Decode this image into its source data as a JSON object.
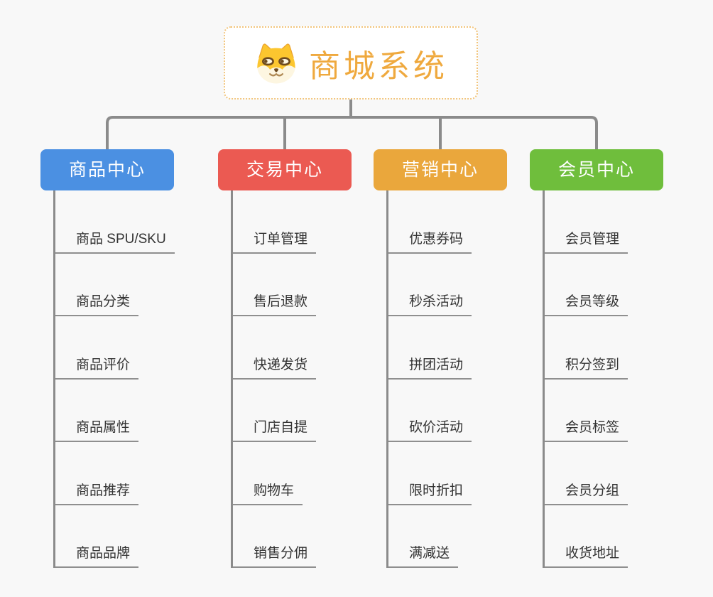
{
  "root": {
    "title": "商城系统",
    "icon": "shiba-dog-icon"
  },
  "branches": [
    {
      "label": "商品中心",
      "color": "#4b90e2",
      "children": [
        "商品 SPU/SKU",
        "商品分类",
        "商品评价",
        "商品属性",
        "商品推荐",
        "商品品牌"
      ]
    },
    {
      "label": "交易中心",
      "color": "#eb5a52",
      "children": [
        "订单管理",
        "售后退款",
        "快递发货",
        "门店自提",
        "购物车",
        "销售分佣"
      ]
    },
    {
      "label": "营销中心",
      "color": "#eaa73c",
      "children": [
        "优惠券码",
        "秒杀活动",
        "拼团活动",
        "砍价活动",
        "限时折扣",
        "满减送"
      ]
    },
    {
      "label": "会员中心",
      "color": "#6fbe3c",
      "children": [
        "会员管理",
        "会员等级",
        "积分签到",
        "会员标签",
        "会员分组",
        "收货地址"
      ]
    }
  ],
  "colors": {
    "background": "#f8f8f8",
    "connector_line": "#8b8b8b",
    "leaf_underline": "#8f8f8f",
    "leaf_text": "#333333",
    "root_border": "#f2c57c",
    "root_text": "#efa93e"
  }
}
